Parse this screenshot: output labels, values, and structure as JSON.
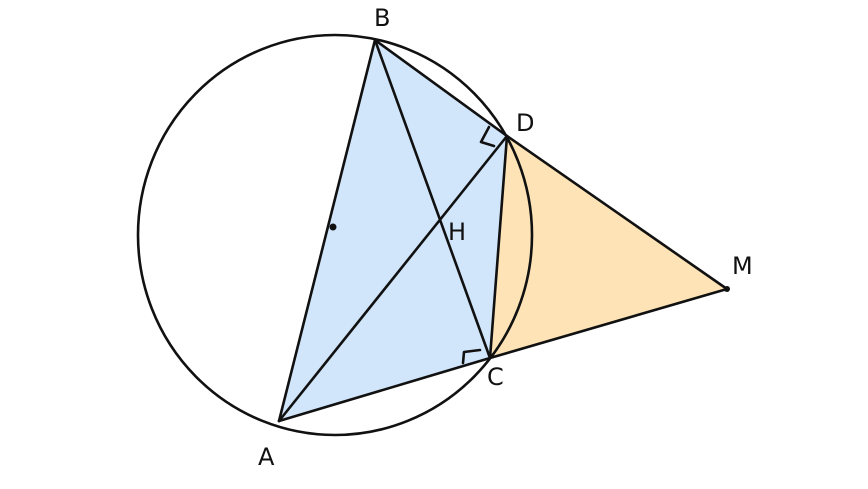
{
  "colors": {
    "blue_fill": "#d2e6fb",
    "orange_fill": "#fde3b6",
    "stroke": "#111111"
  },
  "labels": {
    "B": "B",
    "D": "D",
    "H": "H",
    "M": "M",
    "C": "C",
    "A": "A"
  }
}
